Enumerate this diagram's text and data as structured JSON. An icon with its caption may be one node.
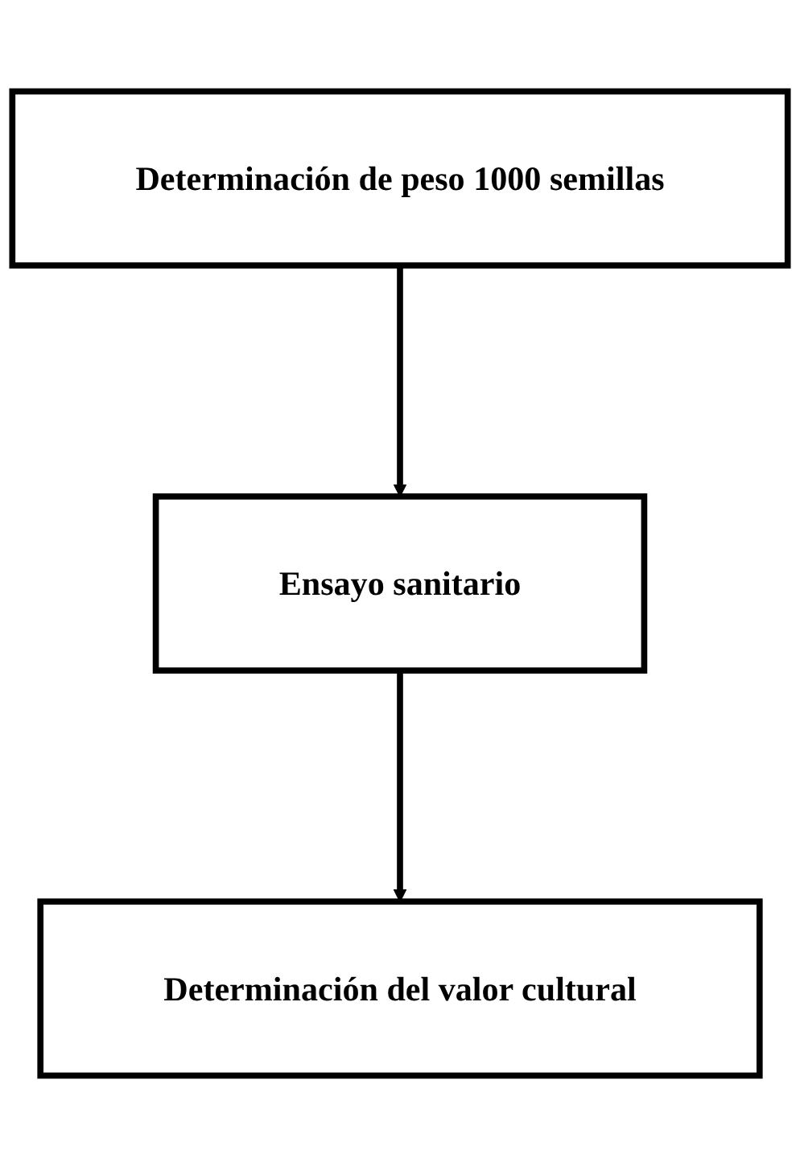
{
  "diagram": {
    "nodes": [
      {
        "text": [
          "Determinación de peso 1000 semillas"
        ]
      },
      {
        "text": [
          "Ensayo sanitario"
        ]
      },
      {
        "text": [
          "Determinación del valor cultural"
        ]
      }
    ],
    "edges": [
      {
        "from": 0,
        "to": 1,
        "arrow": "to"
      },
      {
        "from": 1,
        "to": 2,
        "arrow": "to"
      }
    ]
  }
}
